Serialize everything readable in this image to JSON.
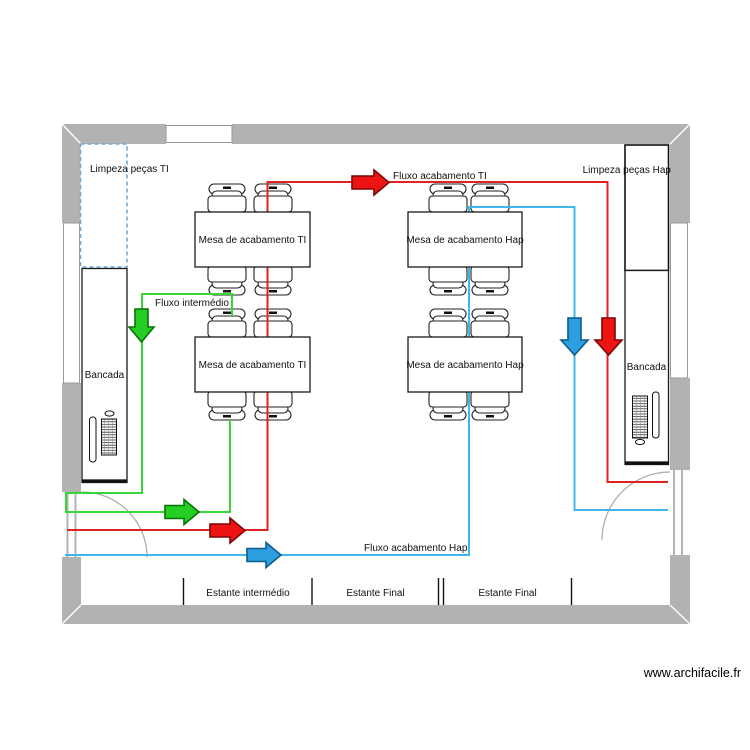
{
  "watermark": "www.archifacile.fr",
  "zones": {
    "limpeza_ti": {
      "label": "Limpeza peças TI"
    },
    "limpeza_hap": {
      "label": "Limpeza peças Hap"
    },
    "bancada_left": {
      "label": "Bancada"
    },
    "bancada_right": {
      "label": "Bancada"
    }
  },
  "tables": {
    "ti_top": {
      "label": "Mesa de acabamento TI"
    },
    "ti_bottom": {
      "label": "Mesa de acabamento TI"
    },
    "hap_top": {
      "label": "Mesa de acabamento Hap"
    },
    "hap_bottom": {
      "label": "Mesa de acabamento Hap"
    }
  },
  "shelves": {
    "intermedio": {
      "label": "Estante intermédio"
    },
    "final_left": {
      "label": "Estante Final"
    },
    "final_right": {
      "label": "Estante Final"
    }
  },
  "flows": {
    "intermedio": {
      "label": "Fluxo intermédio",
      "line_color": "#38d638",
      "arrow_fill": "#25cd25",
      "arrow_stroke": "#067506"
    },
    "acabamento_ti": {
      "label": "Fluxo acabamento TI",
      "line_color": "#e02222",
      "arrow_fill": "#ee1414",
      "arrow_stroke": "#7d0505"
    },
    "acabamento_hap": {
      "label": "Fluxo acabamento Hap",
      "line_color": "#41b6ea",
      "arrow_fill": "#2d9fe0",
      "arrow_stroke": "#0d5c8c"
    }
  },
  "colors": {
    "wall": "#b2b2b2",
    "zone_dashed_border": "#6fa8d8"
  }
}
